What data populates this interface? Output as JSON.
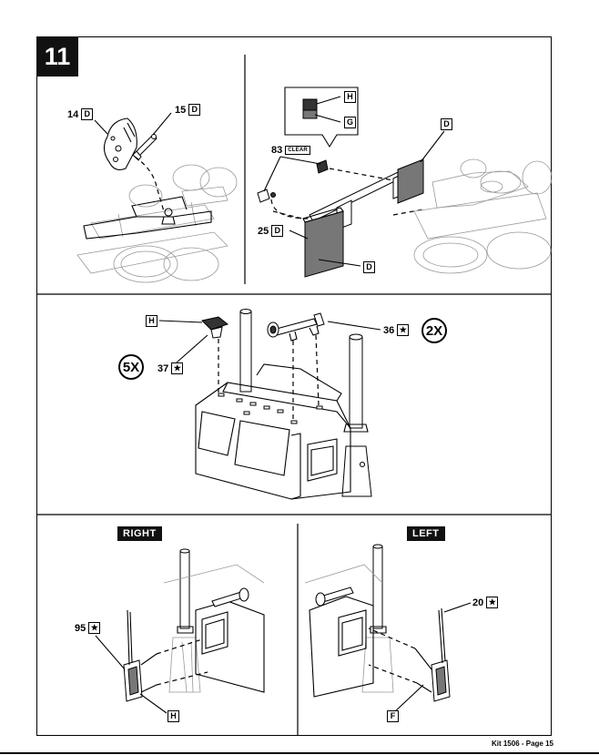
{
  "step": {
    "number": "11"
  },
  "panel_tl": {
    "callout_14": {
      "num": "14",
      "code": "D"
    },
    "callout_15": {
      "num": "15",
      "code": "D"
    }
  },
  "panel_tr": {
    "inset_h": "H",
    "inset_g": "G",
    "callout_83": {
      "num": "83",
      "tag": "CLEAR"
    },
    "callout_d_top": "D",
    "callout_25": {
      "num": "25",
      "code": "D"
    },
    "callout_d_bottom": "D"
  },
  "panel_mid": {
    "callout_h": "H",
    "callout_36": {
      "num": "36",
      "icon": "star-icon"
    },
    "callout_37": {
      "num": "37",
      "icon": "star-icon"
    },
    "qty_2x": "2X",
    "qty_5x": "5X"
  },
  "panel_right": {
    "title": "RIGHT",
    "callout_95": {
      "num": "95",
      "icon": "star-icon"
    },
    "callout_h": "H"
  },
  "panel_left": {
    "title": "LEFT",
    "callout_20": {
      "num": "20",
      "icon": "star-icon"
    },
    "callout_f": "F"
  },
  "footer": {
    "text": "Kit 1506 - Page 15"
  }
}
